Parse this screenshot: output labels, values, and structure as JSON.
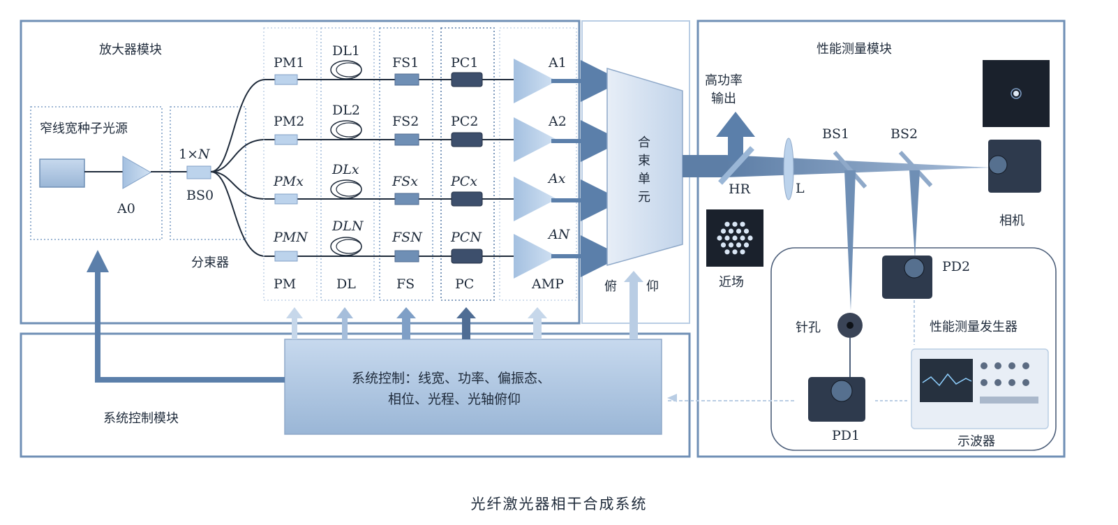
{
  "caption": "光纤激光器相干合成系统",
  "modules": {
    "amplifier": "放大器模块",
    "measurement": "性能测量模块",
    "control": "系统控制模块"
  },
  "seed": {
    "label": "窄线宽种子光源",
    "amp": "A0"
  },
  "splitter": {
    "ratio_prefix": "1×",
    "ratio_n": "N",
    "name": "BS0",
    "label": "分束器"
  },
  "columns": {
    "pm": [
      "PM1",
      "PM2",
      "PMx",
      "PMN"
    ],
    "dl": [
      "DL1",
      "DL2",
      "DLx",
      "DLN"
    ],
    "fs": [
      "FS1",
      "FS2",
      "FSx",
      "FSN"
    ],
    "pc": [
      "PC1",
      "PC2",
      "PCx",
      "PCN"
    ],
    "amp": [
      "A1",
      "A2",
      "Ax",
      "AN"
    ],
    "bottom": [
      "PM",
      "DL",
      "FS",
      "PC",
      "AMP"
    ]
  },
  "combiner": {
    "label": "合束单元",
    "tilt": "俯",
    "elev": "仰"
  },
  "output": {
    "label_line1": "高功率",
    "label_line2": "输出"
  },
  "optics": {
    "hr": "HR",
    "lens": "L",
    "bs1": "BS1",
    "bs2": "BS2",
    "camera": "相机",
    "nearfield": "近场",
    "pinhole": "针孔",
    "pd1": "PD1",
    "pd2": "PD2",
    "scope": "示波器",
    "generator": "性能测量发生器"
  },
  "control": {
    "line1": "系统控制：线宽、功率、偏振态、",
    "line2": "相位、光程、光轴俯仰"
  },
  "colors": {
    "frame": "#6f8fb5",
    "arrow": "#5b7faa",
    "light_arrow": "#b9cde4",
    "fill": "#a9c3e0",
    "dark_box": "#3d4f6c",
    "pm_box": "#bcd3ec"
  }
}
